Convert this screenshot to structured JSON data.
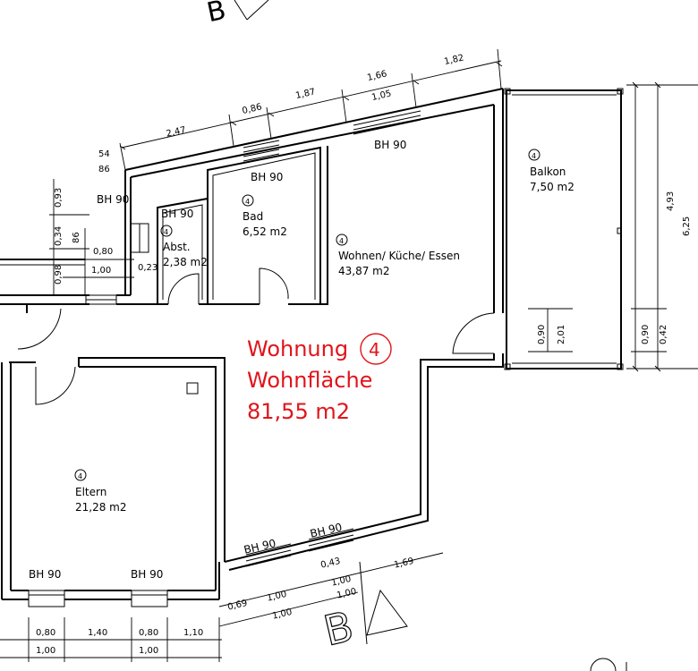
{
  "apartment": {
    "title": "Wohnung",
    "number": "4",
    "area_label": "Wohnfläche",
    "area_value": "81,55 m2"
  },
  "rooms": [
    {
      "id": "balkon",
      "marker": "4",
      "name": "Balkon",
      "area": "7,50 m2"
    },
    {
      "id": "bad",
      "marker": "4",
      "name": "Bad",
      "area": "6,52 m2"
    },
    {
      "id": "abst",
      "marker": "4",
      "name": "Abst.",
      "area": "2,38 m2"
    },
    {
      "id": "wohnen",
      "marker": "4",
      "name": "Wohnen/ Küche/ Essen",
      "area": "43,87 m2"
    },
    {
      "id": "eltern",
      "marker": "4",
      "name": "Eltern",
      "area": "21,28 m2"
    }
  ],
  "window_labels": [
    "BH 90",
    "BH 90",
    "BH 90",
    "BH 90",
    "BH 90",
    "BH 90",
    "BH 90",
    "BH 90"
  ],
  "section_marker": "B",
  "dimensions": {
    "top": [
      "2,47",
      "0,86",
      "1,87",
      "1,66",
      "1,82",
      "1,05"
    ],
    "left_top": [
      "54",
      "86"
    ],
    "left_vertical": [
      "0,93",
      "0,34",
      "86",
      "0,98"
    ],
    "left_horizontal": [
      "0,80",
      "1,00",
      "0,23"
    ],
    "right": [
      "4,93",
      "6,25",
      "0,90",
      "2,01",
      "0,90",
      "0,42"
    ],
    "bottom_right": [
      "0,69",
      "1,00",
      "1,00",
      "0,43",
      "1,00",
      "1,00",
      "1,69"
    ],
    "bottom_left": [
      "0,80",
      "1,40",
      "0,80",
      "1,10",
      "1,00",
      "1,00"
    ]
  }
}
